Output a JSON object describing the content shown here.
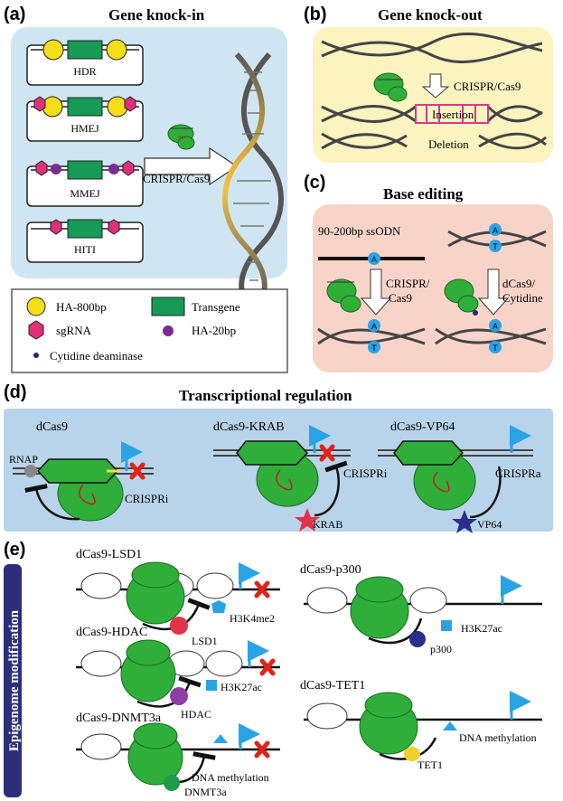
{
  "panel_labels": {
    "a": "(a)",
    "b": "(b)",
    "c": "(c)",
    "d": "(d)",
    "e": "(e)"
  },
  "a": {
    "title": "Gene knock-in",
    "methods": [
      "HDR",
      "HMEJ",
      "MMEJ",
      "HITI"
    ],
    "arrow_label": "CRISPR/Cas9"
  },
  "legend": {
    "ha800": "HA-800bp",
    "transgene": "Transgene",
    "sgrna": "sgRNA",
    "ha20": "HA-20bp",
    "cytidine": "Cytidine deaminase"
  },
  "b": {
    "title": "Gene knock-out",
    "arrow_label": "CRISPR/Cas9",
    "insertion": "Insertion",
    "deletion": "Deletion"
  },
  "c": {
    "title": "Base editing",
    "ssodn": "90-200bp ssODN",
    "left_arrow_1": "CRISPR/",
    "left_arrow_2": "Cas9",
    "right_arrow_1": "dCas9/",
    "right_arrow_2": "Cytidine",
    "base_a": "A",
    "base_t": "T"
  },
  "d": {
    "title": "Transcriptional regulation",
    "dcas9": "dCas9",
    "rnap": "RNAP",
    "crispri_1": "CRISPRi",
    "krab_title": "dCas9-KRAB",
    "crispri_2": "CRISPRi",
    "krab": "KRAB",
    "vp64_title": "dCas9-VP64",
    "crispra": "CRISPRa",
    "vp64": "VP64"
  },
  "e": {
    "side_label": "Epigenome modification",
    "lsd1_title": "dCas9-LSD1",
    "lsd1": "LSD1",
    "h3k4": "H3K4me2",
    "hdac_title": "dCas9-HDAC",
    "hdac": "HDAC",
    "h3k27_1": "H3K27ac",
    "dnmt_title": "dCas9-DNMT3a",
    "dnmt": "DNMT3a",
    "dnam_1": "DNA methylation",
    "p300_title": "dCas9-p300",
    "p300": "p300",
    "h3k27_2": "H3K27ac",
    "tet_title": "dCas9-TET1",
    "tet": "TET1",
    "dnam_2": "DNA methylation"
  },
  "colors": {
    "panel_a_bg": "#cfe6f2",
    "panel_b_bg": "#fbf4bf",
    "panel_c_bg": "#f8d4c8",
    "panel_d_bg": "#b8d4ea",
    "cas9_green": "#2fae3a",
    "transgene_green": "#169a55",
    "ha800_yellow": "#f5dd1a",
    "sgrna_pink": "#e0307a",
    "ha20_purple": "#7b2d8f",
    "cytidine_navy": "#25208a",
    "tss_arrow": "#2aa3e6",
    "block_x": "#e2231a",
    "histone_mark": "#2aa3e6",
    "epi_band": "#2b2f7a"
  },
  "icons": [
    "cas9-icon",
    "dna-helix-icon",
    "tss-arrow-icon",
    "block-x-icon",
    "nucleosome-icon",
    "histone-mark-icon"
  ]
}
